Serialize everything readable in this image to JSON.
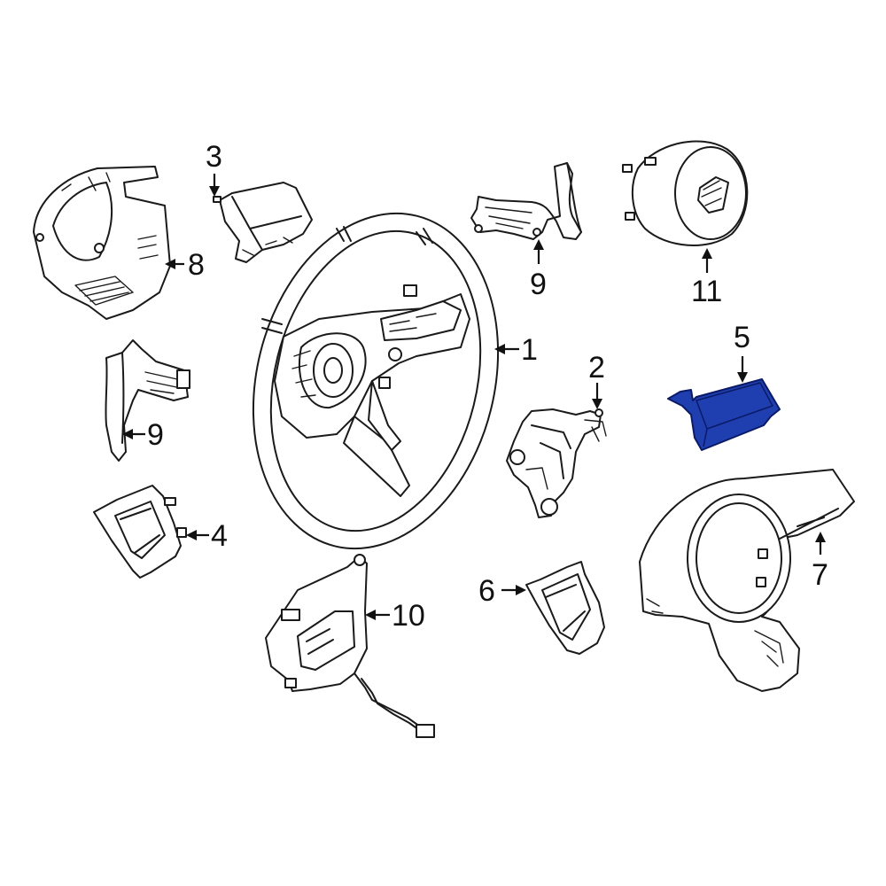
{
  "colors": {
    "line": "#1a1a1a",
    "background": "#ffffff",
    "highlight_fill": "#1f3fb0",
    "highlight_stroke": "#0a1a66"
  },
  "callouts": [
    {
      "id": "1",
      "label": "1"
    },
    {
      "id": "2",
      "label": "2"
    },
    {
      "id": "3",
      "label": "3"
    },
    {
      "id": "4",
      "label": "4"
    },
    {
      "id": "5",
      "label": "5"
    },
    {
      "id": "6",
      "label": "6"
    },
    {
      "id": "7",
      "label": "7"
    },
    {
      "id": "8",
      "label": "8"
    },
    {
      "id": "9a",
      "label": "9"
    },
    {
      "id": "9b",
      "label": "9"
    },
    {
      "id": "10",
      "label": "10"
    },
    {
      "id": "11",
      "label": "11"
    }
  ],
  "highlighted_part": "5"
}
